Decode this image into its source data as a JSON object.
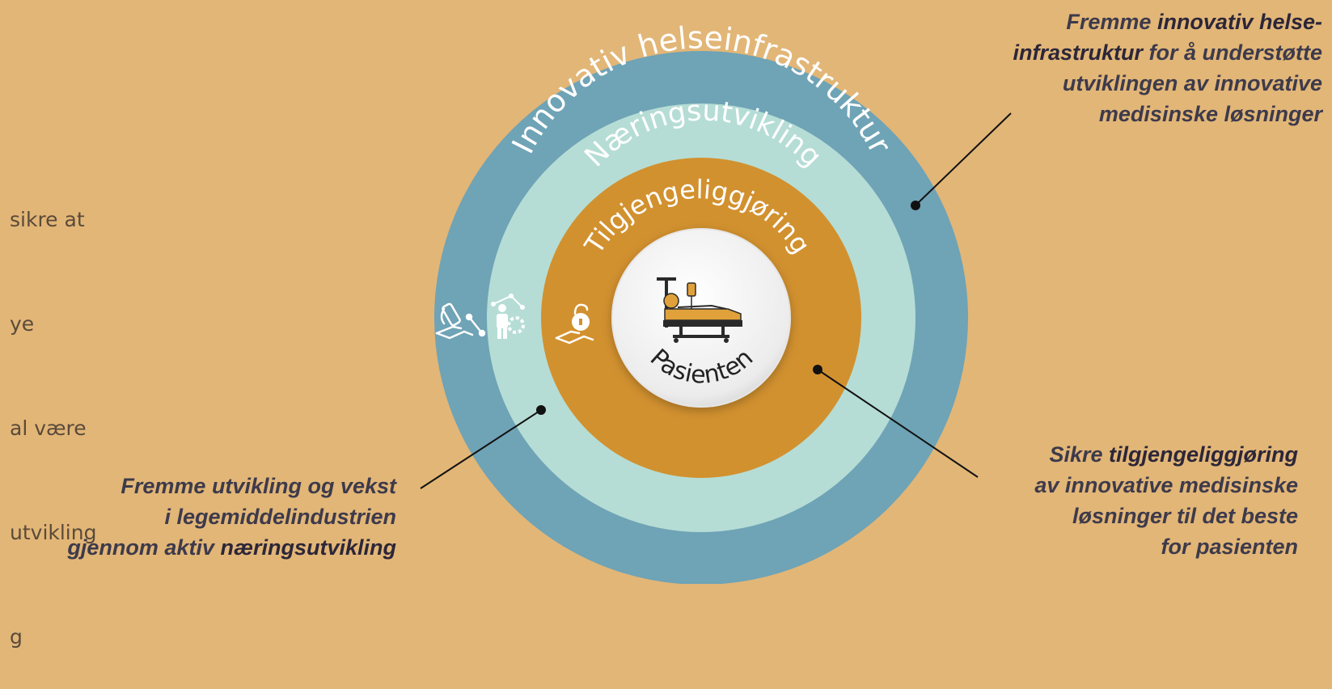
{
  "left_text": {
    "lines": [
      "sikre at",
      "ye",
      "al være",
      "utvikling",
      "g"
    ]
  },
  "rings": {
    "outer_label": "Innovativ helseinfrastruktur",
    "middle_label": "Næringsutvikling",
    "inner_label": "Tilgjengeliggjøring",
    "center_label": "Pasienten"
  },
  "icons": {
    "outer": "hand-microscope-icon",
    "middle": "person-network-gear-icon",
    "inner": "hand-unlock-icon",
    "center": "patient-bed-iv-icon"
  },
  "callouts": {
    "infra": {
      "line1_pre": "Fremme ",
      "line1_em": "innovativ helse-",
      "line2_em": "infrastruktur",
      "line2_post": " for å understøtte",
      "line3": "utviklingen av innovative",
      "line4": "medisinske løsninger"
    },
    "naering": {
      "line1": "Fremme utvikling og vekst",
      "line2": "i legemiddelindustrien",
      "line3_pre": "gjennom aktiv ",
      "line3_em": "næringsutvikling"
    },
    "tilgj": {
      "line1_pre": "Sikre ",
      "line1_em": "tilgjengeliggjøring",
      "line2": "av innovative medisinske",
      "line3": "løsninger til det beste",
      "line4": "for pasienten"
    }
  },
  "colors": {
    "background": "#e2b677",
    "outer_ring": "#6fa3b6",
    "middle_ring": "#b5ddd5",
    "inner_ring": "#d2912f",
    "center": "#f2f2f2",
    "icon_bed": "#e0a13a"
  }
}
